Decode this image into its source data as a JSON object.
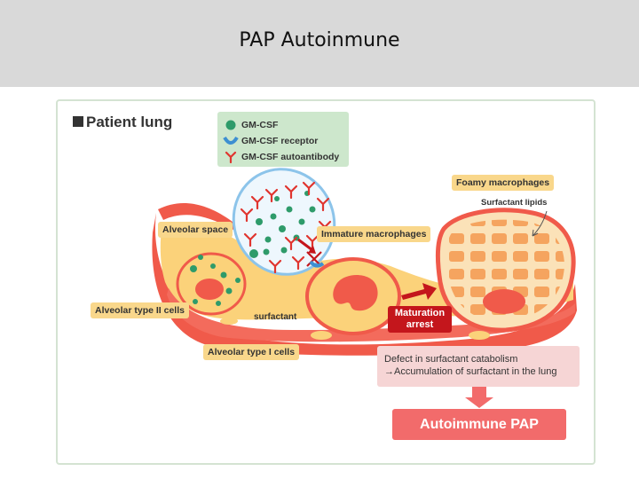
{
  "slide": {
    "title": "PAP Autoinmune"
  },
  "panel": {
    "heading": "Patient lung"
  },
  "legend": {
    "items": [
      {
        "label": "GM-CSF",
        "icon": "green-circle-icon"
      },
      {
        "label": "GM-CSF receptor",
        "icon": "blue-receptor-icon"
      },
      {
        "label": "GM-CSF autoantibody",
        "icon": "red-y-antibody-icon"
      }
    ]
  },
  "labels": {
    "alveolar_space": "Alveolar space",
    "immature_macrophages": "Immature macrophages",
    "foamy_macrophages": "Foamy macrophages",
    "surfactant_lipids": "Surfactant lipids",
    "alveolar_type_ii": "Alveolar type II cells",
    "surfactant": "surfactant",
    "alveolar_type_i": "Alveolar type I cells",
    "maturation_arrest_line1": "Maturation",
    "maturation_arrest_line2": "arrest"
  },
  "outcome": {
    "defect_line1": "Defect in surfactant catabolism",
    "defect_line2": "→Accumulation of surfactant in the lung",
    "result": "Autoimmune PAP"
  },
  "colors": {
    "title_band": "#d9d9d9",
    "tissue_red": "#f05a4a",
    "tissue_yellow": "#fbd27a",
    "gm_csf_green": "#2e9b6a",
    "receptor_blue": "#3d8fd1",
    "antibody_red": "#e0352f",
    "arrest_red": "#c4161c",
    "result_red": "#f26b6b",
    "panel_border": "#d4e3d2"
  }
}
